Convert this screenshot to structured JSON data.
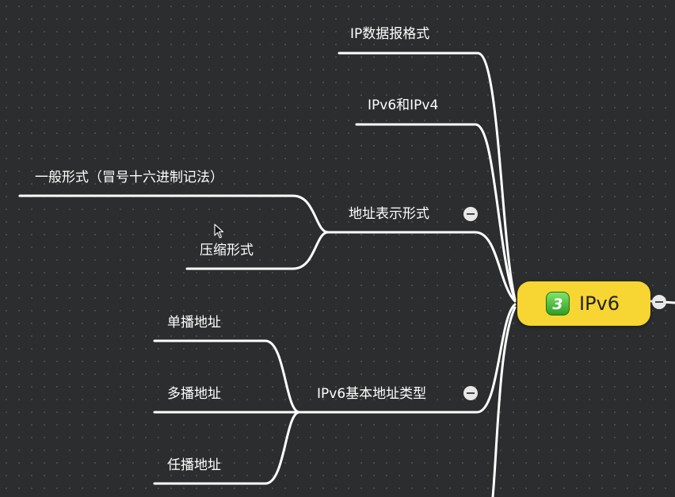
{
  "central": {
    "label": "IPv6",
    "badge": "3"
  },
  "branches": {
    "datagram": "IP数据报格式",
    "compare": "IPv6和IPv4",
    "addr_repr": {
      "label": "地址表示形式",
      "children": [
        "一般形式（冒号十六进制记法）",
        "压缩形式"
      ]
    },
    "addr_types": {
      "label": "IPv6基本地址类型",
      "children": [
        "单播地址",
        "多播地址",
        "任播地址"
      ]
    }
  },
  "colors": {
    "background": "#2b2d2e",
    "line": "#ffffff",
    "central_fill": "#f7d532",
    "badge": "#3ab52c"
  }
}
